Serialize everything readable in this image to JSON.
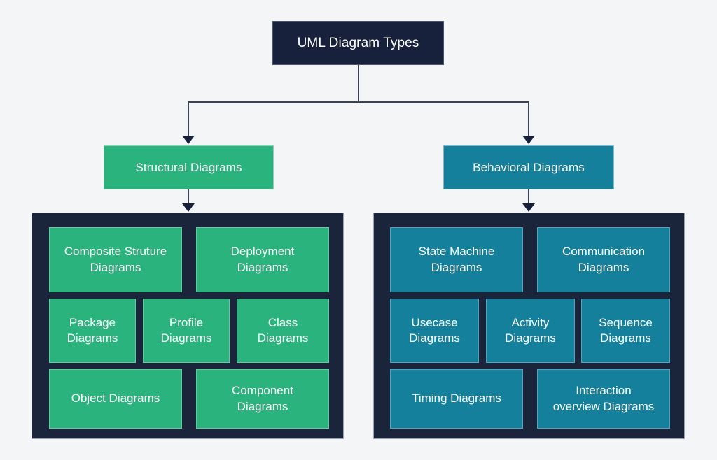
{
  "page": {
    "title": "UML Diagram Types",
    "background_color": "#f4f5f7"
  },
  "colors": {
    "dark_navy": "#17213c",
    "panel_navy": "#1a243b",
    "green": "#2bb37d",
    "teal": "#14809c",
    "connector": "#3a4257",
    "text": "#ffffff"
  },
  "root": {
    "label": "UML Diagram Types"
  },
  "branches": [
    {
      "key": "structural",
      "label": "Structural Diagrams",
      "color": "#2bb37d",
      "leaves": [
        {
          "label": "Composite Struture\nDiagrams"
        },
        {
          "label": "Deployment\nDiagrams"
        },
        {
          "label": "Package\nDiagrams"
        },
        {
          "label": "Profile\nDiagrams"
        },
        {
          "label": "Class\nDiagrams"
        },
        {
          "label": "Object Diagrams"
        },
        {
          "label": "Component\nDiagrams"
        }
      ]
    },
    {
      "key": "behavioral",
      "label": "Behavioral Diagrams",
      "color": "#14809c",
      "leaves": [
        {
          "label": "State Machine\nDiagrams"
        },
        {
          "label": "Communication\nDiagrams"
        },
        {
          "label": "Usecase\nDiagrams"
        },
        {
          "label": "Activity\nDiagrams"
        },
        {
          "label": "Sequence\nDiagrams"
        },
        {
          "label": "Timing Diagrams"
        },
        {
          "label": "Interaction\noverview Diagrams"
        }
      ]
    }
  ],
  "chart_data": {
    "type": "tree-diagram",
    "title": "UML Diagram Types",
    "root": "UML Diagram Types",
    "nodes": [
      {
        "id": "root",
        "label": "UML Diagram Types",
        "level": 0,
        "parent": null
      },
      {
        "id": "structural",
        "label": "Structural Diagrams",
        "level": 1,
        "parent": "root"
      },
      {
        "id": "behavioral",
        "label": "Behavioral Diagrams",
        "level": 1,
        "parent": "root"
      },
      {
        "id": "composite-structure",
        "label": "Composite Struture Diagrams",
        "level": 2,
        "parent": "structural"
      },
      {
        "id": "deployment",
        "label": "Deployment Diagrams",
        "level": 2,
        "parent": "structural"
      },
      {
        "id": "package",
        "label": "Package Diagrams",
        "level": 2,
        "parent": "structural"
      },
      {
        "id": "profile",
        "label": "Profile Diagrams",
        "level": 2,
        "parent": "structural"
      },
      {
        "id": "class",
        "label": "Class Diagrams",
        "level": 2,
        "parent": "structural"
      },
      {
        "id": "object",
        "label": "Object Diagrams",
        "level": 2,
        "parent": "structural"
      },
      {
        "id": "component",
        "label": "Component Diagrams",
        "level": 2,
        "parent": "structural"
      },
      {
        "id": "state-machine",
        "label": "State Machine Diagrams",
        "level": 2,
        "parent": "behavioral"
      },
      {
        "id": "communication",
        "label": "Communication Diagrams",
        "level": 2,
        "parent": "behavioral"
      },
      {
        "id": "usecase",
        "label": "Usecase Diagrams",
        "level": 2,
        "parent": "behavioral"
      },
      {
        "id": "activity",
        "label": "Activity Diagrams",
        "level": 2,
        "parent": "behavioral"
      },
      {
        "id": "sequence",
        "label": "Sequence Diagrams",
        "level": 2,
        "parent": "behavioral"
      },
      {
        "id": "timing",
        "label": "Timing Diagrams",
        "level": 2,
        "parent": "behavioral"
      },
      {
        "id": "interaction-overview",
        "label": "Interaction overview Diagrams",
        "level": 2,
        "parent": "behavioral"
      }
    ],
    "edges": [
      [
        "root",
        "structural"
      ],
      [
        "root",
        "behavioral"
      ],
      [
        "structural",
        "structural-group"
      ],
      [
        "behavioral",
        "behavioral-group"
      ]
    ]
  }
}
